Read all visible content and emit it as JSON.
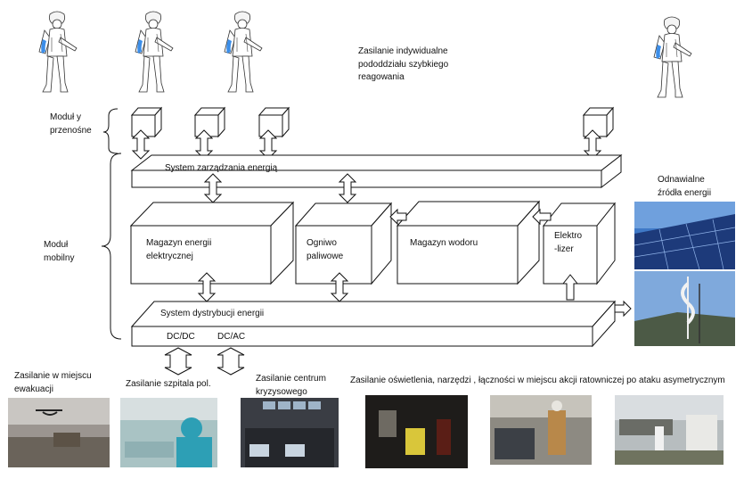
{
  "top_note": [
    "Zasilanie indywidualne",
    "pododdziału  szybkiego",
    "reagowania"
  ],
  "left_labels": {
    "portable": [
      "Moduł y",
      "przenośne"
    ],
    "mobile": [
      "Moduł",
      "mobilny"
    ]
  },
  "energy_management": "System zarządzania energią",
  "blocks": {
    "electric_storage": [
      "Magazyn energii",
      "elektrycznej"
    ],
    "fuel_cell": [
      "Ogniwo",
      "paliwowe"
    ],
    "hydrogen_storage": "Magazyn wodoru",
    "electrolyzer": [
      "Elektro",
      "-lizer"
    ]
  },
  "distribution": "System dystrybucji energii",
  "converters": {
    "dcdc": "DC/DC",
    "dcac": "DC/AC"
  },
  "renewables": [
    "Odnawialne",
    "źródła energii"
  ],
  "bottom_labels": {
    "evacuation": [
      "Zasilanie w miejscu",
      "ewakuacji"
    ],
    "hospital": "Zasilanie szpitala pol.",
    "crisis_center": [
      "Zasilanie centrum",
      "kryzysowego"
    ],
    "rescue": "Zasilanie oświetlenia, narzędzi , łączności w miejscu akcji ratowniczej po ataku asymetrycznym"
  },
  "icons": [
    "soldier-figure",
    "portable-module-box",
    "double-arrow",
    "brace",
    "solar-panel-photo",
    "wind-turbine-photo"
  ],
  "colors": {
    "line": "#111111",
    "accent_blue": "#3c8ee8",
    "sky": "#3f79c7",
    "panel": "#1d3a7a"
  }
}
